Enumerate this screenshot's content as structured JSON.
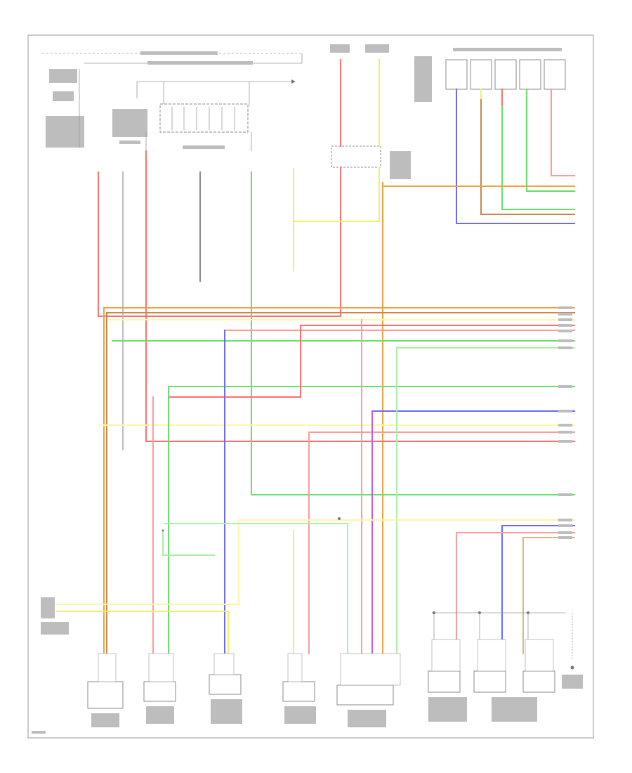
{
  "colors": {
    "red": "#ff6f6f",
    "pink": "#ff9a9a",
    "yellow": "#f2f06a",
    "light_yellow": "#fff6a8",
    "green": "#66e066",
    "light_green": "#a8f0a8",
    "blue": "#6a6aff",
    "orange": "#f0a040",
    "brown": "#c8884a",
    "violet": "#c060e0",
    "gray": "#bdbdbd",
    "tan": "#d8b890",
    "frame": "#9a9a9a"
  },
  "icons": [
    "ground-symbol",
    "splice-dot",
    "connector-pin",
    "fuse-symbol",
    "resistor-symbol"
  ],
  "note": ""
}
